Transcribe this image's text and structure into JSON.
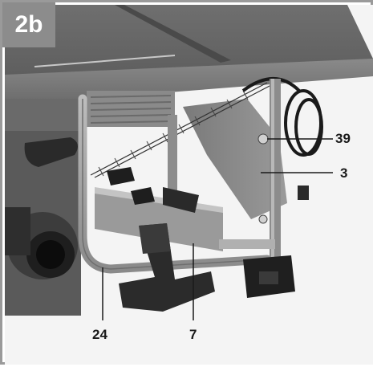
{
  "figure": {
    "label": "2b",
    "colors": {
      "label_bg": "#8c8c8c",
      "label_text": "#ffffff",
      "frame": "#9a9a9a"
    }
  },
  "callouts": [
    {
      "id": "39",
      "text": "39"
    },
    {
      "id": "3",
      "text": "3"
    },
    {
      "id": "24",
      "text": "24"
    },
    {
      "id": "7",
      "text": "7"
    }
  ]
}
